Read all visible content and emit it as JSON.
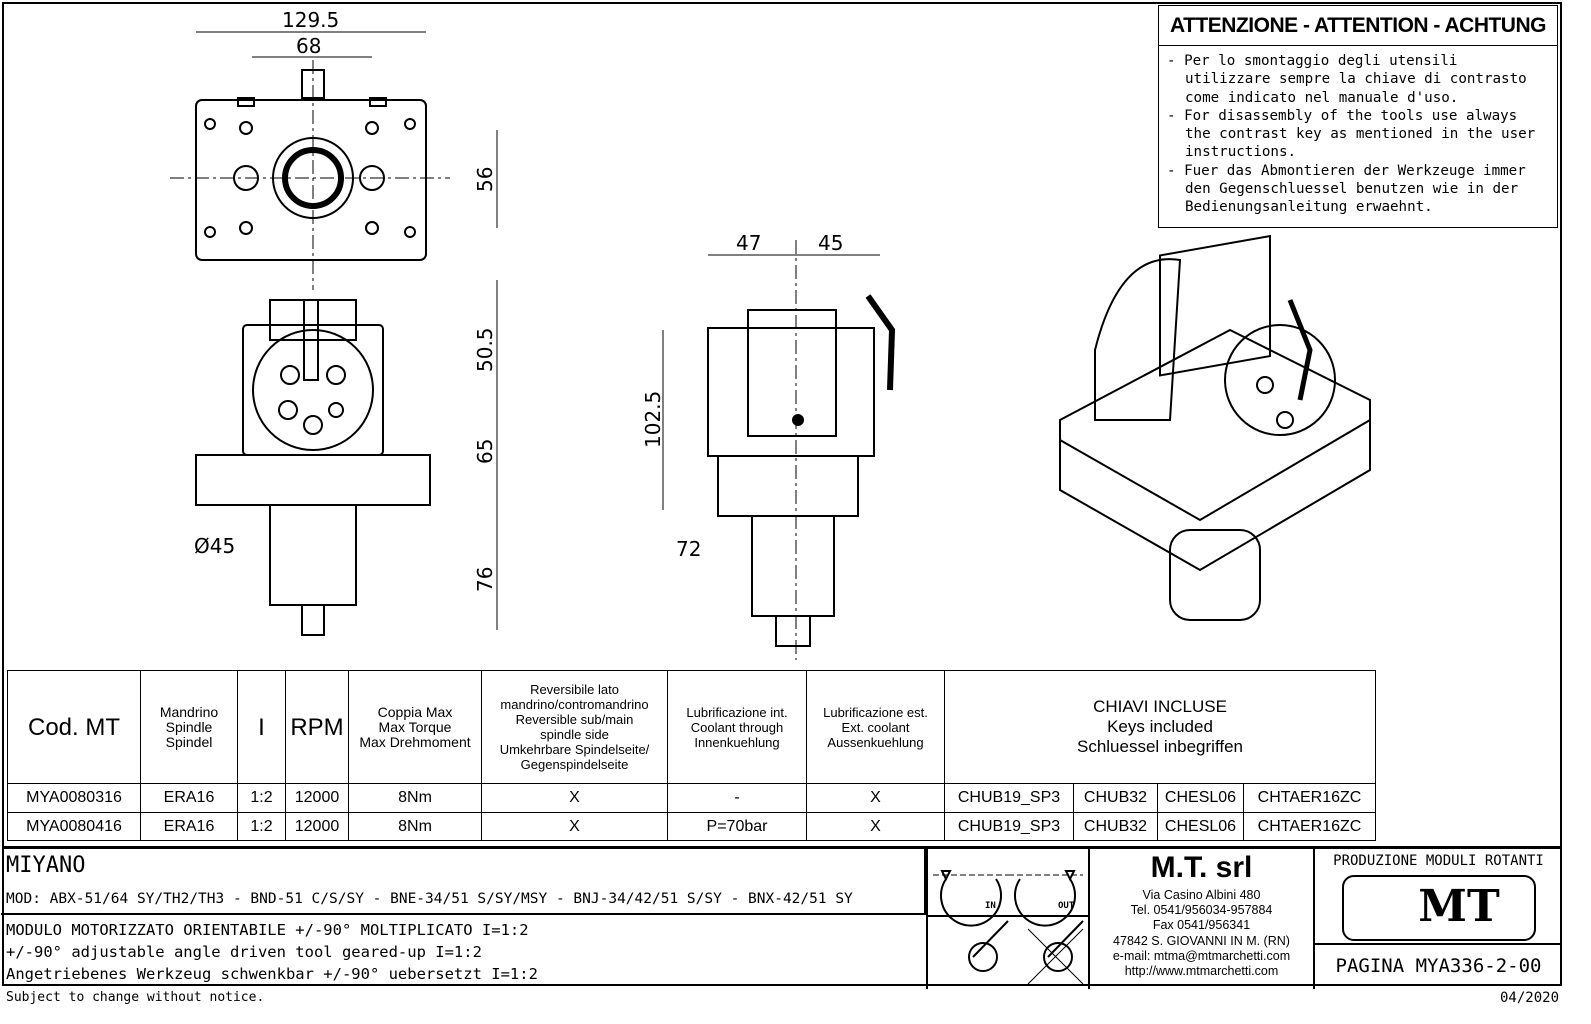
{
  "dimensions": {
    "top_width": "129.5",
    "top_inner": "68",
    "top_height": "56",
    "front_upper": "50.5",
    "front_mid": "65",
    "front_lower": "76",
    "front_diameter": "Ø45",
    "side_left": "47",
    "side_right": "45",
    "side_height": "102.5",
    "side_lower": "72"
  },
  "warning": {
    "title": "ATTENZIONE - ATTENTION - ACHTUNG",
    "items": [
      "- Per lo smontaggio degli utensili utilizzare sempre la chiave di contrasto come indicato nel manuale d'uso.",
      "- For disassembly of the tools use always the contrast key as mentioned in the user instructions.",
      "- Fuer das Abmontieren der Werkzeuge immer den Gegenschluessel benutzen wie in der Bedienungsanleitung erwaehnt."
    ]
  },
  "table": {
    "headers": [
      "Cod. MT",
      "Mandrino\nSpindle\nSpindel",
      "I",
      "RPM",
      "Coppia Max\nMax Torque\nMax Drehmoment",
      "Reversibile lato\nmandrino/contromandrino\nReversible sub/main\nspindle side\nUmkehrbare Spindelseite/\nGegenspindelseite",
      "Lubrificazione int.\nCoolant through\nInnenkuehlung",
      "Lubrificazione est.\nExt. coolant\nAussenkuehlung",
      "CHIAVI INCLUSE\nKeys included\nSchluessel inbegriffen"
    ],
    "rows": [
      [
        "MYA0080316",
        "ERA16",
        "1:2",
        "12000",
        "8Nm",
        "X",
        "-",
        "X",
        "CHUB19_SP3",
        "CHUB32",
        "CHESL06",
        "CHTAER16ZC"
      ],
      [
        "MYA0080416",
        "ERA16",
        "1:2",
        "12000",
        "8Nm",
        "X",
        "P=70bar",
        "X",
        "CHUB19_SP3",
        "CHUB32",
        "CHESL06",
        "CHTAER16ZC"
      ]
    ]
  },
  "title_block": {
    "machine": "MIYANO",
    "models": "MOD: ABX-51/64 SY/TH2/TH3 - BND-51 C/S/SY - BNE-34/51 S/SY/MSY - BNJ-34/42/51 S/SY - BNX-42/51 SY",
    "desc_it": "MODULO MOTORIZZATO ORIENTABILE +/-90° MOLTIPLICATO I=1:2",
    "desc_en": "+/-90° adjustable angle driven tool geared-up I=1:2",
    "desc_de": "Angetriebenes Werkzeug schwenkbar +/-90° uebersetzt I=1:2",
    "in_label": "IN",
    "out_label": "OUT",
    "company": "M.T. srl",
    "address": [
      "Via Casino Albini 480",
      "Tel. 0541/956034-957884",
      "Fax 0541/956341",
      "47842 S. GIOVANNI IN M. (RN)",
      "e-mail: mtma@mtmarchetti.com",
      "http://www.mtmarchetti.com"
    ],
    "production": "PRODUZIONE MODULI ROTANTI",
    "logo": "MT",
    "page": "PAGINA MYA336-2-00"
  },
  "footer": {
    "notice": "Subject to change without notice.",
    "date": "04/2020"
  }
}
